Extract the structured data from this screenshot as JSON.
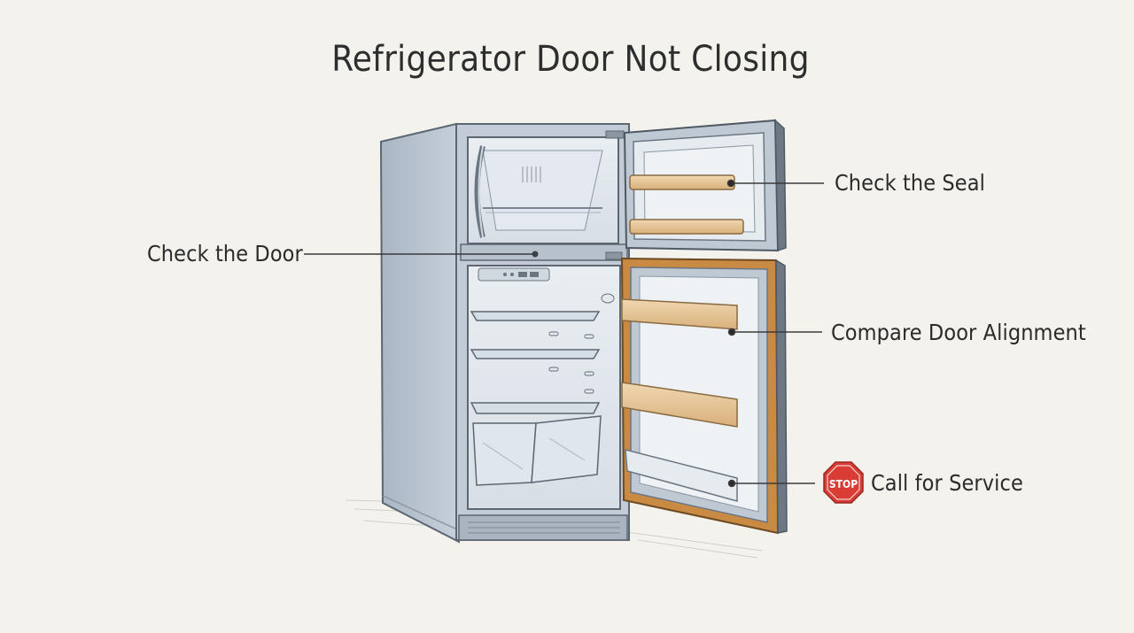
{
  "title": "Refrigerator Door Not Closing",
  "callouts": {
    "door": "Check the Door",
    "seal": "Check the Seal",
    "alignment": "Compare Door Alignment",
    "service": "Call for Service"
  },
  "stop_sign": {
    "text": "STOP",
    "icon": "stop-sign-icon",
    "color": "#d93c34"
  },
  "colors": {
    "background": "#f3f2ed",
    "fridge_body": "#b7c3d0",
    "door_gasket": "#c98a44",
    "shelf_accent": "#e7c79a"
  }
}
